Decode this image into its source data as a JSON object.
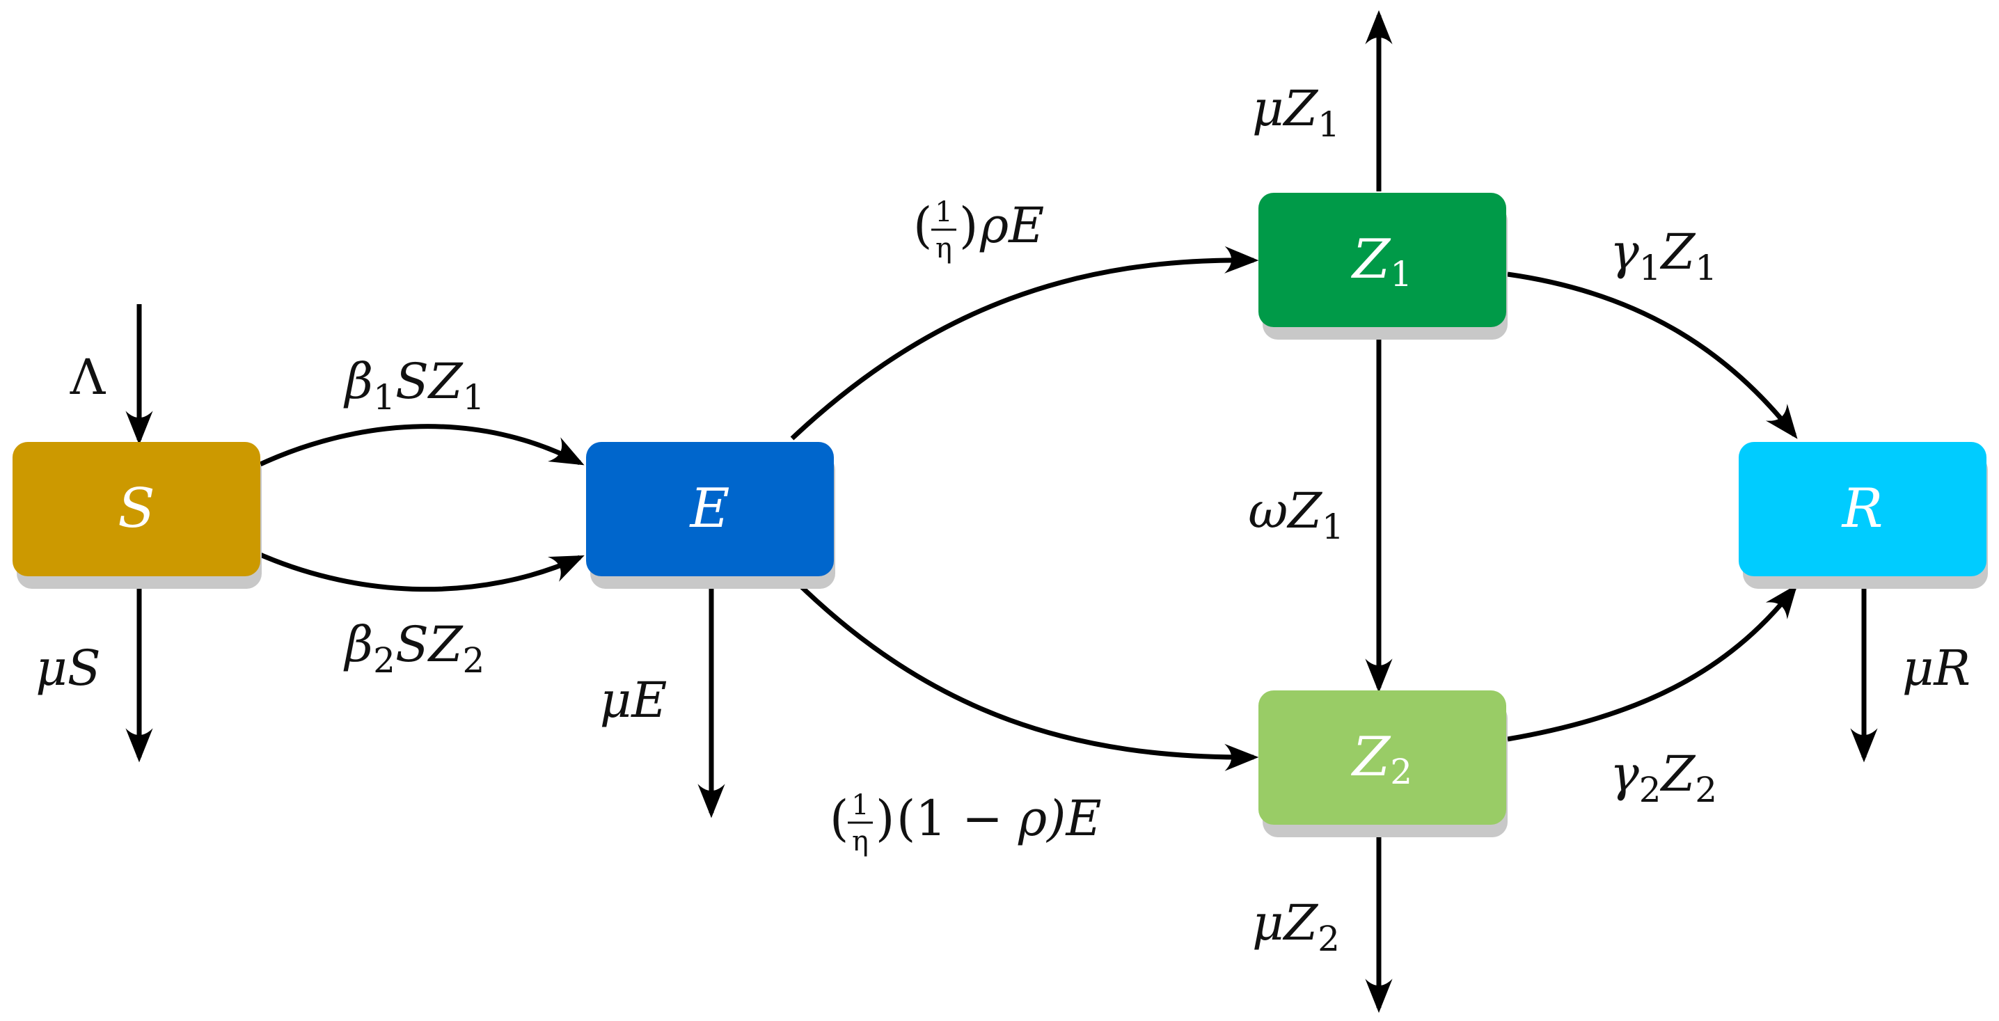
{
  "colors": {
    "S": "#cc9900",
    "E": "#0066cc",
    "Z1": "#009a48",
    "Z2": "#99cc66",
    "R": "#00ccff",
    "shadow": "#c8c8c8",
    "arrow": "#000000"
  },
  "nodes": {
    "S": {
      "base": "S"
    },
    "E": {
      "base": "E"
    },
    "Z1": {
      "base": "Z",
      "sub": "1"
    },
    "Z2": {
      "base": "Z",
      "sub": "2"
    },
    "R": {
      "base": "R"
    }
  },
  "labels": {
    "lambda": {
      "text": "Λ"
    },
    "beta1SZ1": {
      "t1": "β",
      "s1": "1",
      "t2": "SZ",
      "s2": "1"
    },
    "beta2SZ2": {
      "t1": "β",
      "s1": "2",
      "t2": "SZ",
      "s2": "2"
    },
    "muS": {
      "text": "μS"
    },
    "muE": {
      "text": "μE"
    },
    "rhoE": {
      "open": "(",
      "num": "1",
      "den": "η",
      "close": ")",
      "rest": "ρE"
    },
    "oneMinusRhoE": {
      "open": "(",
      "num": "1",
      "den": "η",
      "close": ")",
      "rest1": "(1 − ",
      "rho": "ρ",
      "rest2": ")E"
    },
    "muZ1": {
      "t1": "μZ",
      "s1": "1"
    },
    "muZ2": {
      "t1": "μZ",
      "s1": "2"
    },
    "omegaZ1": {
      "t1": "ωZ",
      "s1": "1"
    },
    "gamma1Z1": {
      "t1": "γ",
      "s1": "1",
      "t2": "Z",
      "s2": "1"
    },
    "gamma2Z2": {
      "t1": "γ",
      "s1": "2",
      "t2": "Z",
      "s2": "2"
    },
    "muR": {
      "text": "μR"
    }
  }
}
